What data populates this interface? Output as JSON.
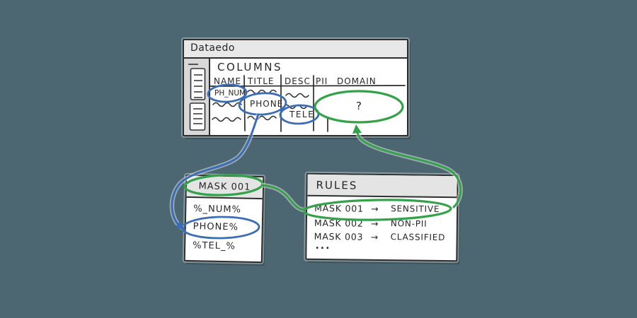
{
  "window": {
    "title": "Dataedo"
  },
  "columns_table": {
    "title": "COLUMNS",
    "headers": [
      "NAME",
      "TITLE",
      "DESC",
      "PII",
      "DOMAIN"
    ],
    "cells": {
      "name_value": "PH_NUM",
      "title_value": "PHONE",
      "desc_value": "TELE",
      "domain_value": "?"
    }
  },
  "mask_list": {
    "title": "MASK 001",
    "items": [
      "%_NUM%",
      "PHONE%",
      "%TEL_%"
    ]
  },
  "rules_table": {
    "title": "RULES",
    "rows": [
      {
        "mask": "MASK 001",
        "arrow": "→",
        "category": "SENSITIVE"
      },
      {
        "mask": "MASK 002",
        "arrow": "→",
        "category": "NON-PII"
      },
      {
        "mask": "MASK 003",
        "arrow": "→",
        "category": "CLASSIFIED"
      }
    ],
    "more": "..."
  },
  "colors": {
    "background": "#4C6772",
    "ink": "#2b2b2b",
    "highlight_blue": "#3B6DB5",
    "highlight_green": "#35A14B",
    "panel_bg": "#FFFFFF",
    "header_bg": "#E4E4E4",
    "sidebar_bg": "#D8D8D8"
  }
}
